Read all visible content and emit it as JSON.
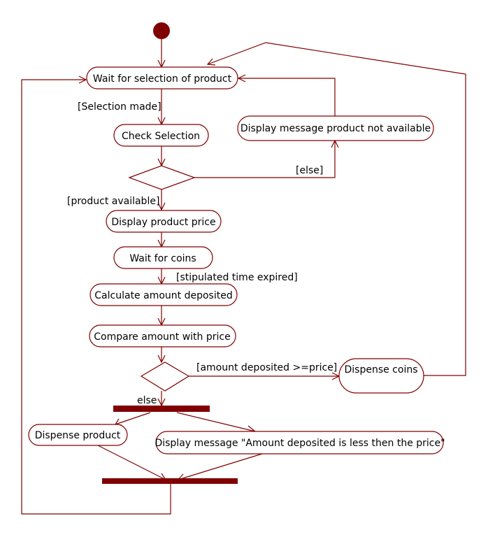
{
  "colors": {
    "stroke": "#800000",
    "fill": "#800000",
    "text": "#000000",
    "background": "#ffffff"
  },
  "nodes": {
    "wait_selection": "Wait for selection of product",
    "check_selection": "Check Selection",
    "not_available": "Display message product not available",
    "display_price": "Display product price",
    "wait_coins": "Wait for coins",
    "calc_amount": "Calculate amount deposited",
    "compare_amount": "Compare amount with price",
    "dispense_coins": "Dispense coins",
    "dispense_product": "Dispense product",
    "less_message": "Display message \"Amount deposited is less then the price\""
  },
  "guards": {
    "selection_made": "[Selection made]",
    "else_bracket": "[else]",
    "product_available": "[product available]",
    "time_expired": "[stipulated time expired]",
    "amount_ge_price": "[amount deposited >=price]",
    "else_plain": "else"
  }
}
